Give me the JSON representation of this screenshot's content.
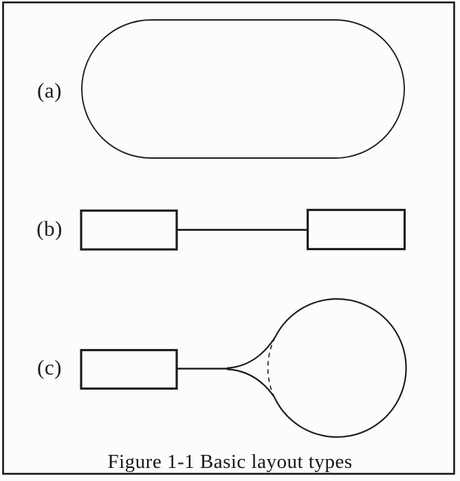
{
  "page": {
    "background_color": "#fcfcfc",
    "line_color": "#1d1d1d",
    "border_color": "#161616"
  },
  "figure": {
    "caption": "Figure 1-1 Basic layout types",
    "panels": [
      {
        "label": "(a)",
        "shape": "stadium-outline"
      },
      {
        "label": "(b)",
        "shape": "two-rectangles-connected-by-line"
      },
      {
        "label": "(c)",
        "shape": "rectangle-funnel-circle-with-dashed-arc"
      }
    ]
  }
}
